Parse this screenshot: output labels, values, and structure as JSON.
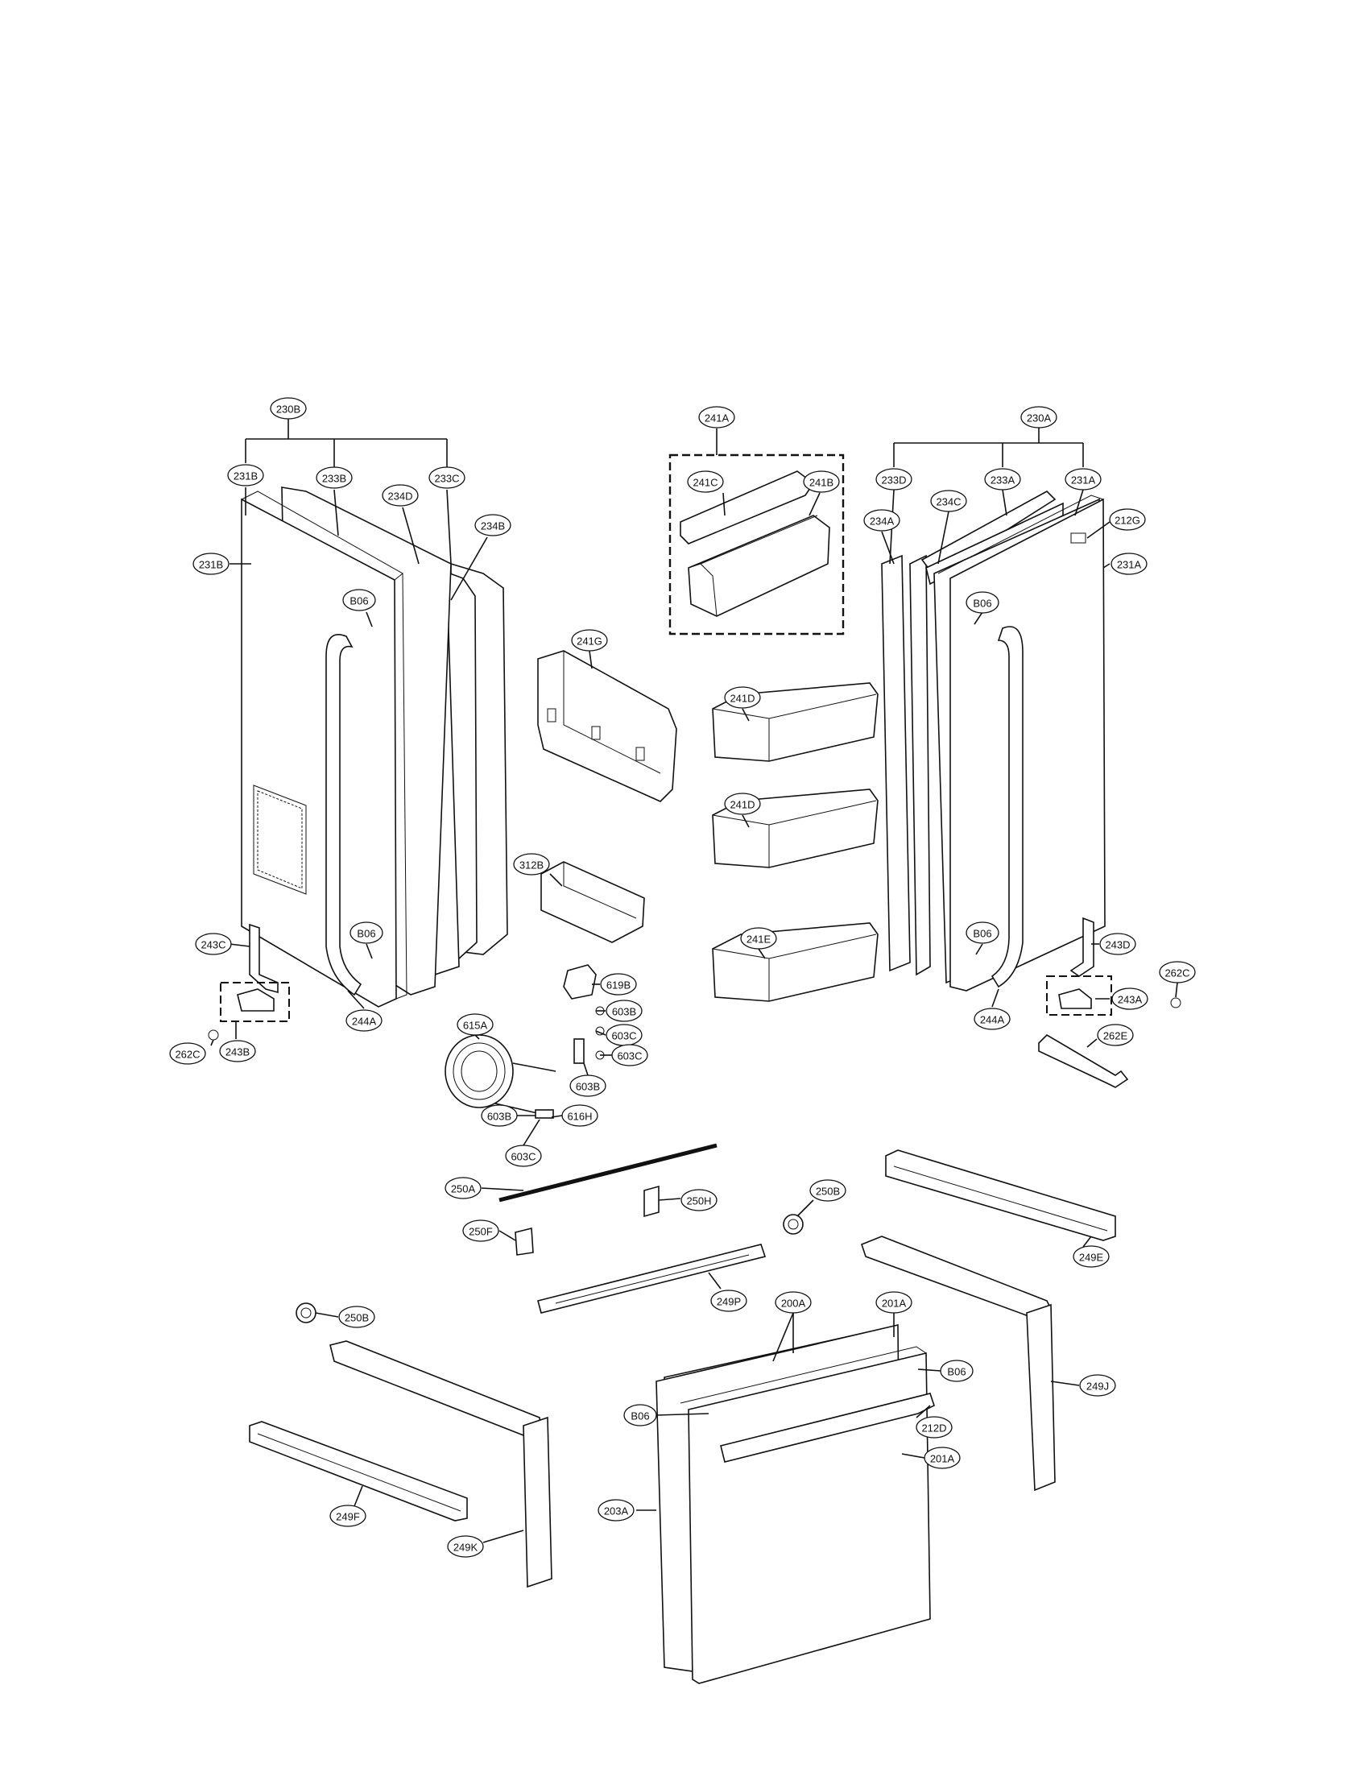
{
  "diagram": {
    "labels": {
      "230B": "230B",
      "231B_top": "231B",
      "233B": "233B",
      "233C": "233C",
      "234D": "234D",
      "234B": "234B",
      "231B_side": "231B",
      "B06_left": "B06",
      "B06_left_low": "B06",
      "243C": "243C",
      "243B": "243B",
      "262C_left": "262C",
      "244A_left": "244A",
      "241A": "241A",
      "241C": "241C",
      "241B": "241B",
      "241G": "241G",
      "241D_top": "241D",
      "241D_mid": "241D",
      "241E": "241E",
      "312B": "312B",
      "619B": "619B",
      "603B_a": "603B",
      "603C_a": "603C",
      "603C_b": "603C",
      "603B_b": "603B",
      "615A": "615A",
      "616H": "616H",
      "603B_c": "603B",
      "603C_c": "603C",
      "230A": "230A",
      "233D": "233D",
      "233A": "233A",
      "231A_top": "231A",
      "234A": "234A",
      "234C": "234C",
      "212G": "212G",
      "231A_side": "231A",
      "B06_right": "B06",
      "B06_right_low": "B06",
      "243D": "243D",
      "262C_right": "262C",
      "243A": "243A",
      "262E": "262E",
      "244A_right": "244A",
      "250A": "250A",
      "250H": "250H",
      "250B_mid": "250B",
      "250F": "250F",
      "249P": "249P",
      "249E": "249E",
      "250B_left": "250B",
      "200A": "200A",
      "201A_top": "201A",
      "B06_drawer_r": "B06",
      "B06_drawer_l": "B06",
      "212D": "212D",
      "201A_mid": "201A",
      "203A": "203A",
      "249J": "249J",
      "249F": "249F",
      "249K": "249K"
    }
  }
}
